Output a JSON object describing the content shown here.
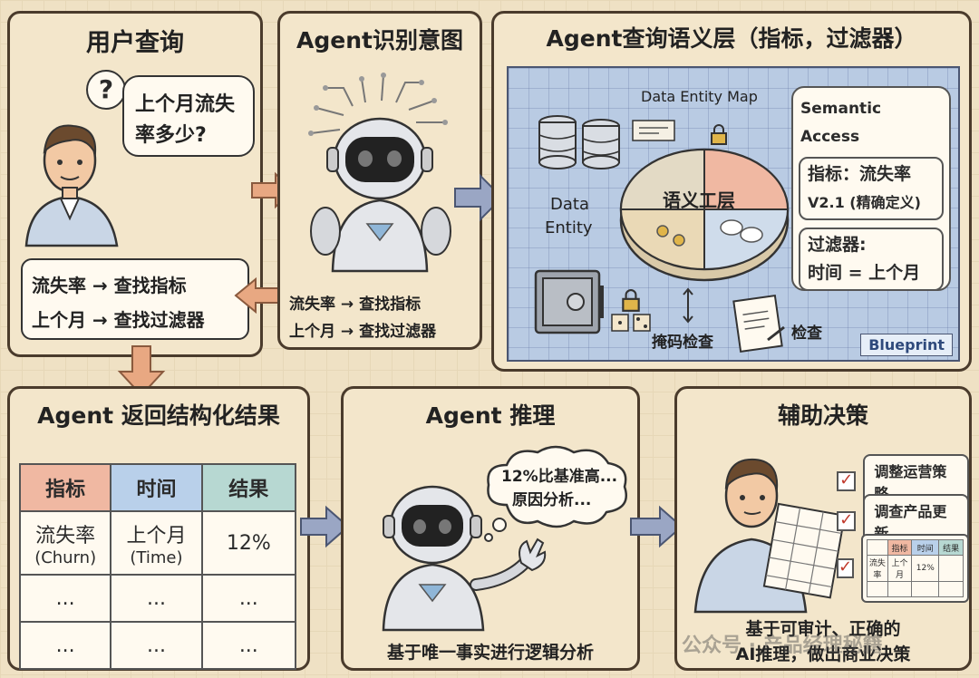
{
  "panels": {
    "p1_title": "用户查询",
    "p2_title": "Agent识别意图",
    "p3_title": "Agent查询语义层（指标，过滤器）",
    "p4_title": "Agent 返回结构化结果",
    "p5_title": "Agent 推理",
    "p6_title": "辅助决策"
  },
  "user_query": {
    "question_line1": "上个月流失",
    "question_line2": "率多少?",
    "qmark": "?",
    "map_line1": "流失率 → 查找指标",
    "map_line2": "上个月 → 查找过滤器"
  },
  "intent": {
    "line1": "流失率 → 查找指标",
    "line2": "上个月 → 查找过滤器"
  },
  "semantic": {
    "map_label": "Data Entity Map",
    "entity_label_1": "Data",
    "entity_label_2": "Entity",
    "factory_label": "语义工层",
    "access_title": "Semantic Access",
    "metric_line1": "指标：流失率",
    "metric_line2": "V2.1 (精确定义)",
    "filter_line1": "过滤器:",
    "filter_line2": "时间 = 上个月",
    "mask_label": "掩码检查",
    "check_label": "检查",
    "blueprint": "Blueprint"
  },
  "result_table": {
    "headers": [
      "指标",
      "时间",
      "结果"
    ],
    "row1": [
      "流失率",
      "上个月",
      "12%"
    ],
    "row1_sub": [
      "(Churn)",
      "(Time)",
      ""
    ],
    "row2": [
      "...",
      "...",
      "..."
    ],
    "row3": [
      "...",
      "...",
      "..."
    ]
  },
  "reasoning": {
    "thought_line1": "12%比基准高...",
    "thought_line2": "原因分析...",
    "caption": "基于唯一事实进行逻辑分析"
  },
  "decision": {
    "checks": [
      "调整运营策略",
      "调查产品更新"
    ],
    "mini_headers": [
      "指标",
      "时间",
      "结果"
    ],
    "mini_row1": [
      "流失率",
      "上个月",
      "12%"
    ],
    "caption_line1": "基于可审计、正确的",
    "caption_line2": "AI推理，做出商业决策"
  },
  "watermark": "公众号 · 产品经理秘籍",
  "colors": {
    "arrow": "#e8a882",
    "arrow_blue": "#9aa6c4",
    "blueprint_bg": "#b9cbe3",
    "header_red": "#f0b8a2",
    "header_blue": "#b9d0ea",
    "header_teal": "#b7d8d2"
  }
}
